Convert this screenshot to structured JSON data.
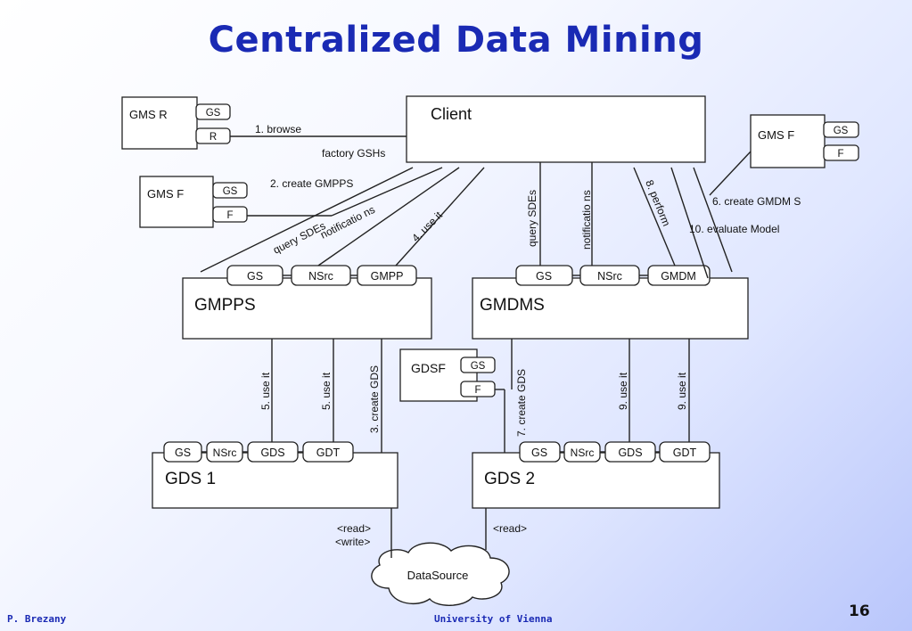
{
  "slide": {
    "title": "Centralized Data Mining",
    "author": "P. Brezany",
    "institution": "University of Vienna",
    "page_number": "16"
  },
  "diagram": {
    "client": "Client",
    "gmsr": {
      "label": "GMS R",
      "ports": [
        "GS",
        "R"
      ]
    },
    "gmsf_left": {
      "label": "GMS F",
      "ports": [
        "GS",
        "F"
      ]
    },
    "gmsf_right": {
      "label": "GMS F",
      "ports": [
        "GS",
        "F"
      ]
    },
    "gmpps": {
      "label": "GMPPS",
      "ports": [
        "GS",
        "NSrc",
        "GMPP"
      ]
    },
    "gmdms": {
      "label": "GMDMS",
      "ports": [
        "GS",
        "NSrc",
        "GMDM"
      ]
    },
    "gdsf": {
      "label": "GDSF",
      "ports": [
        "GS",
        "F"
      ]
    },
    "gds1": {
      "label": "GDS 1",
      "ports": [
        "GS",
        "NSrc",
        "GDS",
        "GDT"
      ]
    },
    "gds2": {
      "label": "GDS 2",
      "ports": [
        "GS",
        "NSrc",
        "GDS",
        "GDT"
      ]
    },
    "datasource": "DataSource",
    "edges": {
      "browse": "1. browse",
      "factory_gshs": "factory GSHs",
      "create_gmpps": "2.  create GMPPS",
      "query_sdes_left": "query SDEs",
      "notifications_left": "notificatio ns",
      "use_it_4": "4.  use it",
      "query_sdes_right": "query SDEs",
      "notifications_right": "notificatio ns",
      "perform_8": "8. perform",
      "create_gmdms_6": "6. create GMDM S",
      "evaluate_model_10": "10. evaluate Model",
      "use_it_5a": "5. use it",
      "use_it_5b": "5. use it",
      "create_gds_3": "3. create GDS",
      "create_gds_7": "7. create GDS",
      "use_it_9a": "9. use it",
      "use_it_9b": "9. use it",
      "read": "<read>",
      "write": "<write>",
      "read_2": "<read>"
    }
  }
}
